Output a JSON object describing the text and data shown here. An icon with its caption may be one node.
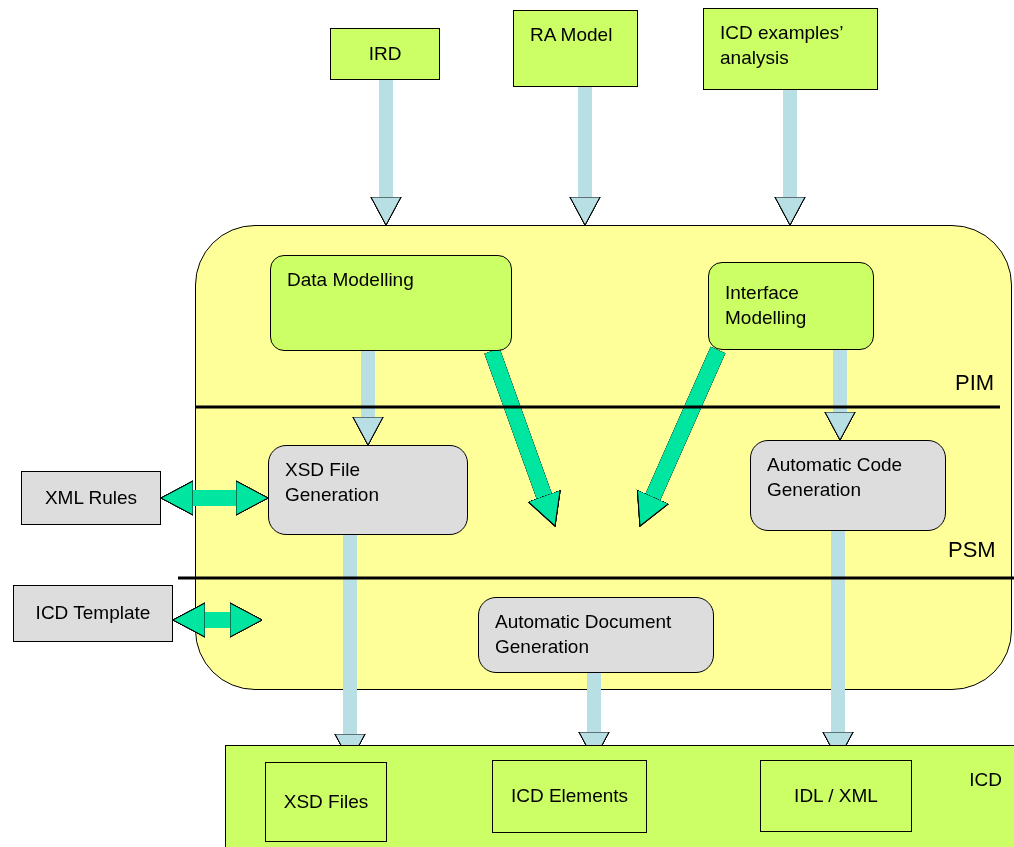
{
  "diagram": {
    "nodes": [
      {
        "text": [
          "IRD"
        ]
      },
      {
        "text": [
          "RA Model"
        ]
      },
      {
        "text": [
          "ICD examples’ analysis"
        ]
      },
      {
        "text": [],
        "shape": "box"
      },
      {
        "text": [
          "Data Modelling"
        ],
        "in": 3
      },
      {
        "text": [
          "Interface Modelling"
        ],
        "in": 3
      },
      {
        "text": [
          "XSD File Generation"
        ],
        "in": 3
      },
      {
        "text": [
          "Automatic Code Generation"
        ],
        "in": 3
      },
      {
        "text": [
          "Automatic Document Generation"
        ],
        "in": 3
      },
      {
        "text": [
          "XML Rules"
        ]
      },
      {
        "text": [
          "ICD Template"
        ]
      },
      {
        "text": [
          "ICD"
        ]
      },
      {
        "text": [
          "XSD Files"
        ],
        "in": 11
      },
      {
        "text": [
          "ICD Elements"
        ],
        "in": 11
      },
      {
        "text": [
          "IDL / XML"
        ],
        "in": 11
      }
    ],
    "edges": [
      {
        "from": 0,
        "to": 3,
        "arrow": "to"
      },
      {
        "from": 1,
        "to": 3,
        "arrow": "to"
      },
      {
        "from": 2,
        "to": 3,
        "arrow": "to"
      },
      {
        "from": 4,
        "to": 6,
        "arrow": "to"
      },
      {
        "from": 5,
        "to": 7,
        "arrow": "to"
      },
      {
        "from": 4,
        "to": null,
        "arrow": "to",
        "color": "#00e5a0"
      },
      {
        "from": 5,
        "to": null,
        "arrow": "to",
        "color": "#00e5a0"
      },
      {
        "from": 9,
        "to": 6,
        "arrow": "both",
        "color": "#00e5a0"
      },
      {
        "from": 10,
        "to": 3,
        "arrow": "both",
        "color": "#00e5a0"
      },
      {
        "from": 6,
        "to": 12,
        "arrow": "to"
      },
      {
        "from": 8,
        "to": 13,
        "arrow": "to"
      },
      {
        "from": 7,
        "to": 14,
        "arrow": "to"
      }
    ],
    "labels": [
      "PIM",
      "PSM"
    ]
  }
}
